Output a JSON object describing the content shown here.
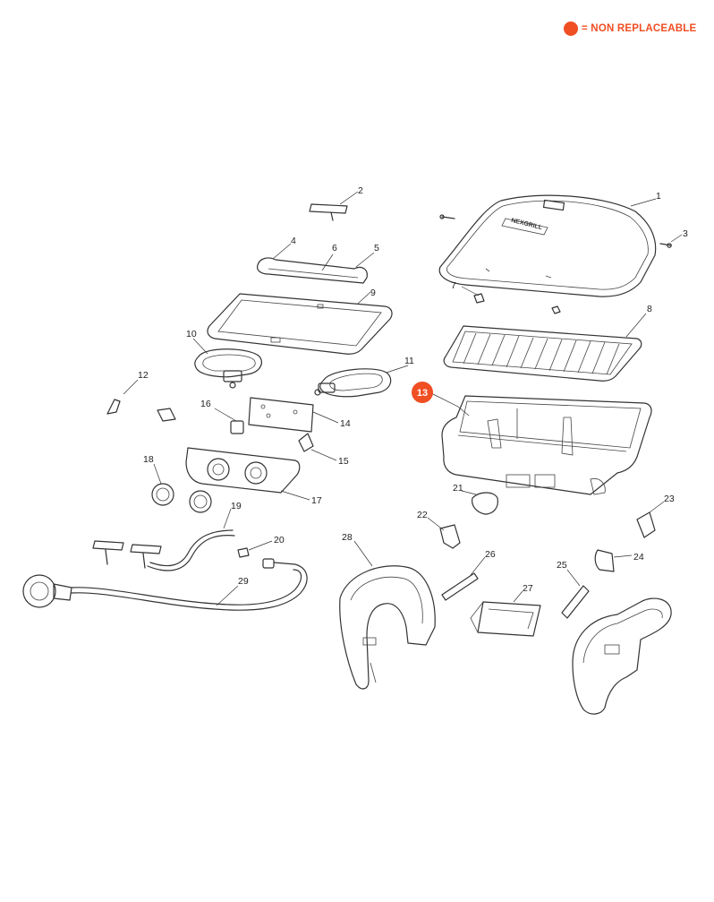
{
  "legend": {
    "marker_color": "#f04e23",
    "text": "= NON REPLACEABLE"
  },
  "highlight": {
    "label": "13",
    "color": "#f04e23"
  },
  "callouts": {
    "c1": "1",
    "c2": "2",
    "c3": "3",
    "c4": "4",
    "c5": "5",
    "c6": "6",
    "c7": "7",
    "c8": "8",
    "c9": "9",
    "c10": "10",
    "c11": "11",
    "c12": "12",
    "c14": "14",
    "c15": "15",
    "c16": "16",
    "c17": "17",
    "c18": "18",
    "c19": "19",
    "c20": "20",
    "c21": "21",
    "c22": "22",
    "c23": "23",
    "c24": "24",
    "c25": "25",
    "c26": "26",
    "c27": "27",
    "c28": "28",
    "c29": "29"
  },
  "icons": {
    "logo_text": "NEXGRILL"
  }
}
